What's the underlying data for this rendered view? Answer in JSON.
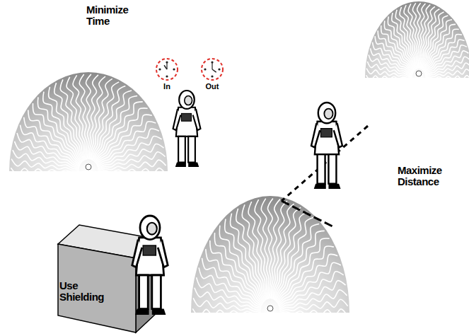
{
  "diagram": {
    "nodes": [
      {
        "text": [
          "In"
        ]
      },
      {
        "text": [
          "Out"
        ]
      }
    ],
    "labels": [
      "Minimize Time",
      "Maximize Distance",
      "Use Shielding"
    ]
  }
}
